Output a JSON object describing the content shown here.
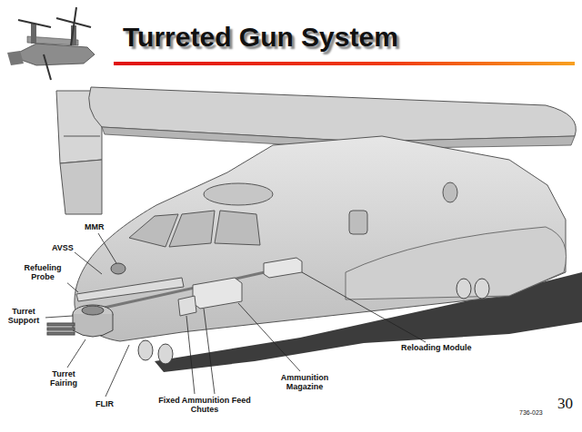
{
  "diagram": {
    "title": "Turreted Gun System",
    "labels": [
      "MMR",
      "AVSS",
      "Refueling Probe",
      "Turret Support",
      "Turret Fairing",
      "FLIR",
      "Fixed Ammunition Feed Chutes",
      "Ammunition Magazine",
      "Reloading Module",
      "736-023",
      "30"
    ]
  }
}
